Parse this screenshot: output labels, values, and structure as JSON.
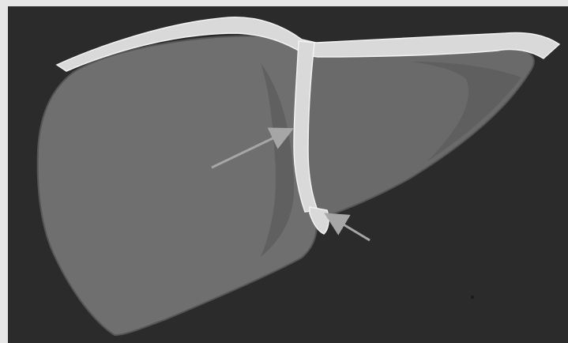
{
  "figure": {
    "subject": "liver",
    "colors": {
      "background": "#2b2b2b",
      "right_lobe": "#6f6f6f",
      "right_lobe_shade": "#5a5a5a",
      "left_lobe": "#6a6a6a",
      "left_lobe_shade": "#5c5c5c",
      "ligament": "#d9d9d9",
      "ligament_edge": "#f2f2f2",
      "outline": "#bdbdbd",
      "arrow": "#a6a6a6"
    },
    "arrows": [
      {
        "name": "upper-arrow",
        "target": "falciform-ligament"
      },
      {
        "name": "lower-arrow",
        "target": "ligamentum-teres"
      }
    ],
    "text_labels": []
  }
}
